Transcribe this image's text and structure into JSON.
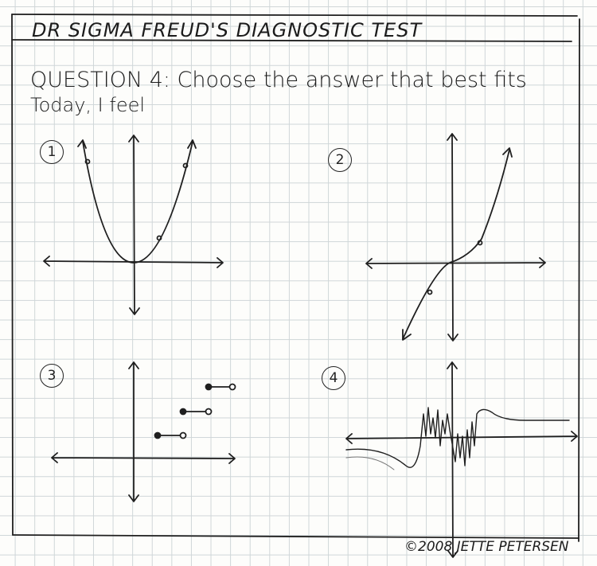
{
  "title": "DR SIGMA FREUD'S DIAGNOSTIC TEST",
  "question": {
    "line1": "QUESTION 4: Choose the answer that best fits",
    "line2": "Today, I feel"
  },
  "options": [
    {
      "number": "1"
    },
    {
      "number": "2"
    },
    {
      "number": "3"
    },
    {
      "number": "4"
    }
  ],
  "credit": "©2008 JETTE PETERSEN",
  "colors": {
    "ink": "#1c1c1c",
    "grid": "#cfd6d8",
    "paper": "#fdfdfb"
  }
}
